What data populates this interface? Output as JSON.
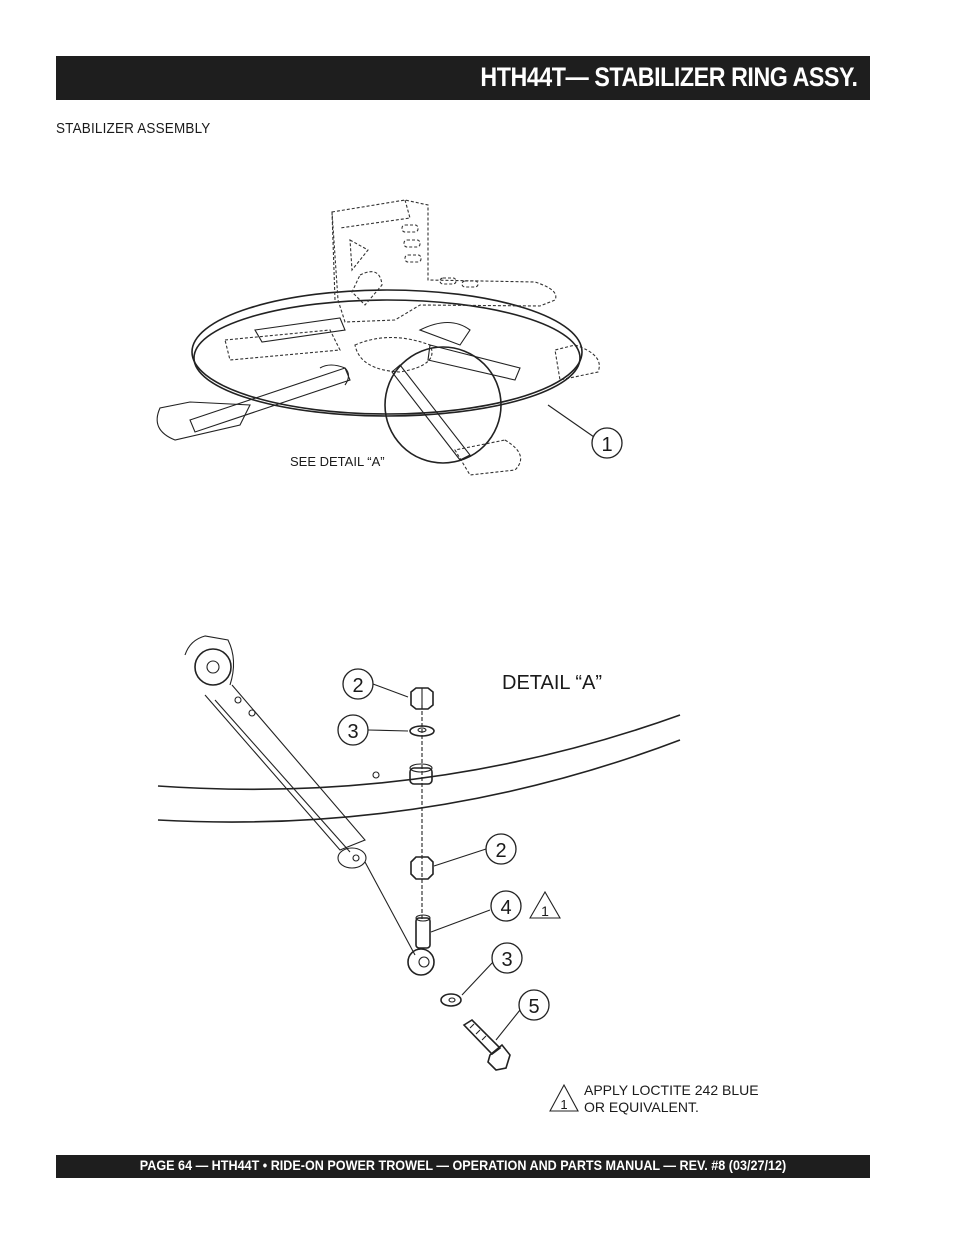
{
  "header": {
    "title": "HTH44T— STABILIZER RING ASSY."
  },
  "section_label": "STABILIZER ASSEMBLY",
  "figure_top": {
    "see_detail_label": "SEE DETAIL “A”",
    "callouts": [
      {
        "number": "1"
      }
    ]
  },
  "figure_detail": {
    "title": "DETAIL “A”",
    "callouts": [
      {
        "number": "2"
      },
      {
        "number": "3"
      },
      {
        "number": "2"
      },
      {
        "number": "4"
      },
      {
        "number": "3"
      },
      {
        "number": "5"
      }
    ],
    "warning_marker": "1",
    "note_marker": "1",
    "note_lines": [
      "APPLY LOCTITE 242 BLUE",
      "OR EQUIVALENT."
    ]
  },
  "footer": {
    "text": "PAGE 64 — HTH44T • RIDE-ON POWER TROWEL —  OPERATION AND PARTS MANUAL — REV. #8 (03/27/12)"
  }
}
